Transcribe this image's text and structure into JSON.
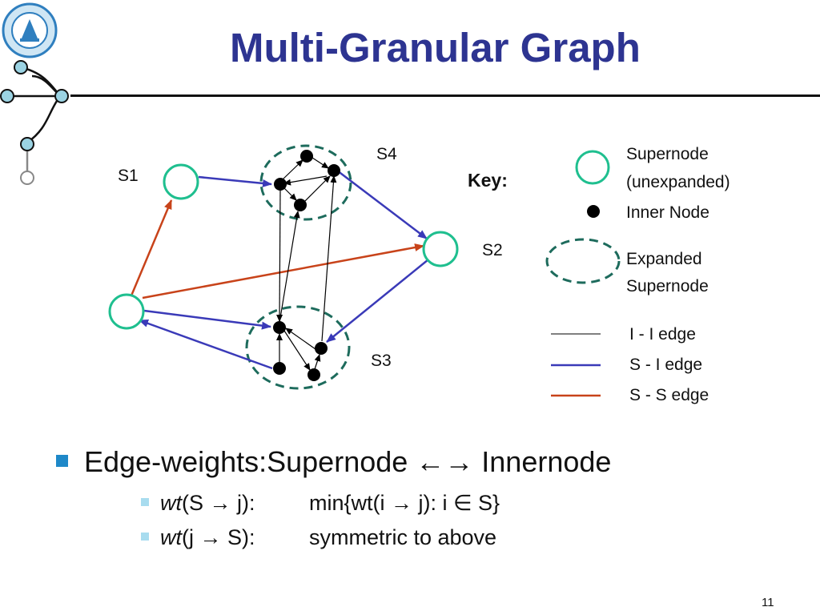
{
  "title": "Multi-Granular Graph",
  "colors": {
    "title": "#2d3491",
    "supernode": "#1fbf8f",
    "dashed_supernode": "#1d6b5c",
    "s_i_edge": "#3a3ab8",
    "s_s_edge": "#c8431a",
    "i_i_edge": "#000000",
    "bullet": "#1e88c8",
    "sub_bullet": "#a8dcef"
  },
  "graph": {
    "labels": {
      "s1": "S1",
      "s2": "S2",
      "s3": "S3",
      "s4": "S4"
    }
  },
  "key": {
    "heading": "Key:",
    "supernode": [
      "Supernode",
      "(unexpanded)"
    ],
    "inner_node": "Inner Node",
    "expanded": [
      "Expanded",
      "Supernode"
    ],
    "ii_edge": "I - I edge",
    "si_edge": "S - I edge",
    "ss_edge": "S - S edge"
  },
  "bullets": {
    "main": "Edge-weights:Supernode ←→ Innernode",
    "sub": [
      {
        "fn": "wt",
        "arg": "(S → j):",
        "value": "min{wt(i → j): i ∈ S}"
      },
      {
        "fn": "wt",
        "arg": "(j → S):",
        "value": "symmetric to above"
      }
    ]
  },
  "page_number": "11"
}
